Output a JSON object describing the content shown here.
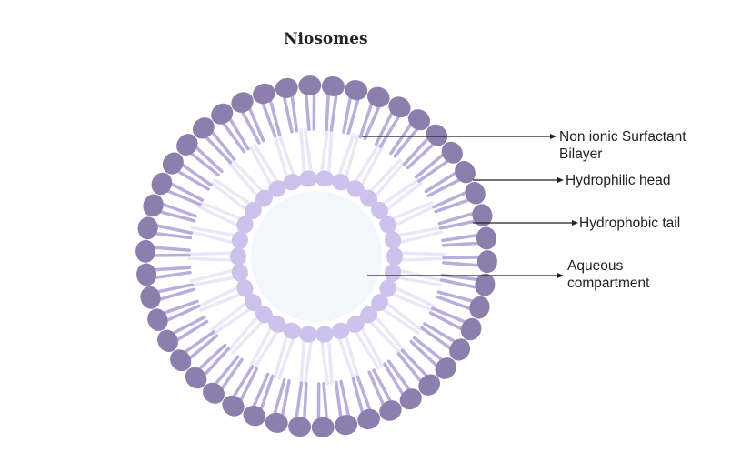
{
  "title": "Niosomes",
  "labels": {
    "bilayer": [
      "Non ionic Surfactant",
      "Bilayer"
    ],
    "head": "Hydrophilic head",
    "tail": "Hydrophobic tail",
    "aqueous": [
      "Aqueous",
      "compartment"
    ]
  },
  "colors": {
    "outer_head": "#8c7fae",
    "outer_tail": "#b9aedb",
    "inner_head": "#cdc2ec",
    "inner_tail": "#ebe7f6",
    "core": "#f2f7fc",
    "arrow": "#222222"
  },
  "structure": {
    "outer_heads": 46,
    "inner_heads": 30
  }
}
